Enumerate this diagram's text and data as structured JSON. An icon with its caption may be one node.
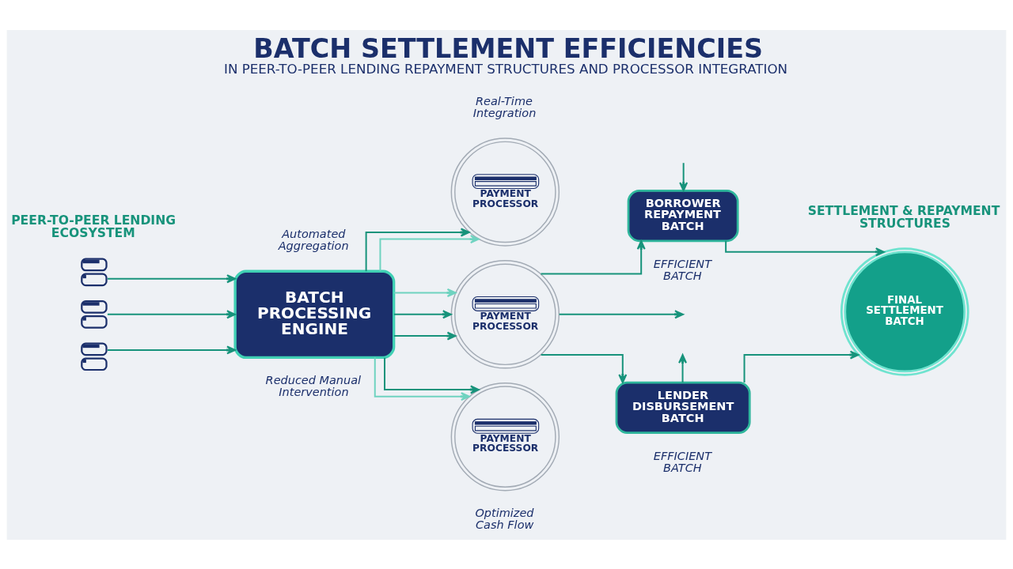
{
  "diagram": {
    "title": "BATCH SETTLEMENT EFFICIENCIES",
    "caption": "IN PEER-TO-PEER LENDING REPAYMENT STRUCTURES AND PROCESSOR INTEGRATION",
    "nodes": [
      {
        "text": [],
        "shape": "person"
      },
      {
        "text": [],
        "shape": "person"
      },
      {
        "text": [],
        "shape": "person"
      },
      {
        "text": [
          "BATCH PROCESSING ENGINE"
        ],
        "beside": [
          "Automated Aggregation",
          "Reduced Manual Intervention"
        ]
      },
      {
        "text": [
          "PAYMENT PROCESSOR"
        ]
      },
      {
        "text": [
          "PAYMENT PROCESSOR"
        ]
      },
      {
        "text": [
          "PAYMENT PROCESSOR"
        ]
      },
      {
        "text": [
          "BORROWER REPAYMENT BATCH"
        ],
        "beside": [
          "EFFICIENT BATCH"
        ]
      },
      {
        "text": [
          "LENDER DISBURSEMENT BATCH"
        ],
        "beside": [
          "EFFICIENT BATCH"
        ]
      },
      {
        "text": [
          "FINAL SETTLEMENT BATCH"
        ]
      }
    ],
    "edges": [
      {
        "from": 0,
        "to": 3,
        "arrow": "to"
      },
      {
        "from": 1,
        "to": 3,
        "arrow": "to"
      },
      {
        "from": 2,
        "to": 3,
        "arrow": "to"
      },
      {
        "from": 3,
        "to": 4,
        "arrow": "to"
      },
      {
        "from": 3,
        "to": 4,
        "arrow": "to",
        "color": "#6fd3c0"
      },
      {
        "from": 3,
        "to": 5,
        "arrow": "to"
      },
      {
        "from": 3,
        "to": 5,
        "arrow": "to"
      },
      {
        "from": 3,
        "to": 5,
        "arrow": "to",
        "color": "#6fd3c0"
      },
      {
        "from": 3,
        "to": 6,
        "arrow": "to",
        "color": "#6fd3c0"
      },
      {
        "from": 3,
        "to": 6,
        "arrow": "to"
      },
      {
        "from": 5,
        "to": 7,
        "arrow": "to"
      },
      {
        "from": 5,
        "to": null,
        "arrow": "to"
      },
      {
        "from": 5,
        "to": 8,
        "arrow": "to"
      },
      {
        "from": null,
        "to": 7,
        "arrow": "to"
      },
      {
        "from": 8,
        "to": null,
        "arrow": "to"
      },
      {
        "from": 7,
        "to": 9,
        "arrow": "to"
      },
      {
        "from": 8,
        "to": 9,
        "arrow": "to"
      }
    ],
    "labels": [
      "PEER-TO-PEER LENDING ECOSYSTEM",
      "Real-Time Integration",
      "Optimized Cash Flow",
      "SETTLEMENT & REPAYMENT STRUCTURES"
    ]
  }
}
